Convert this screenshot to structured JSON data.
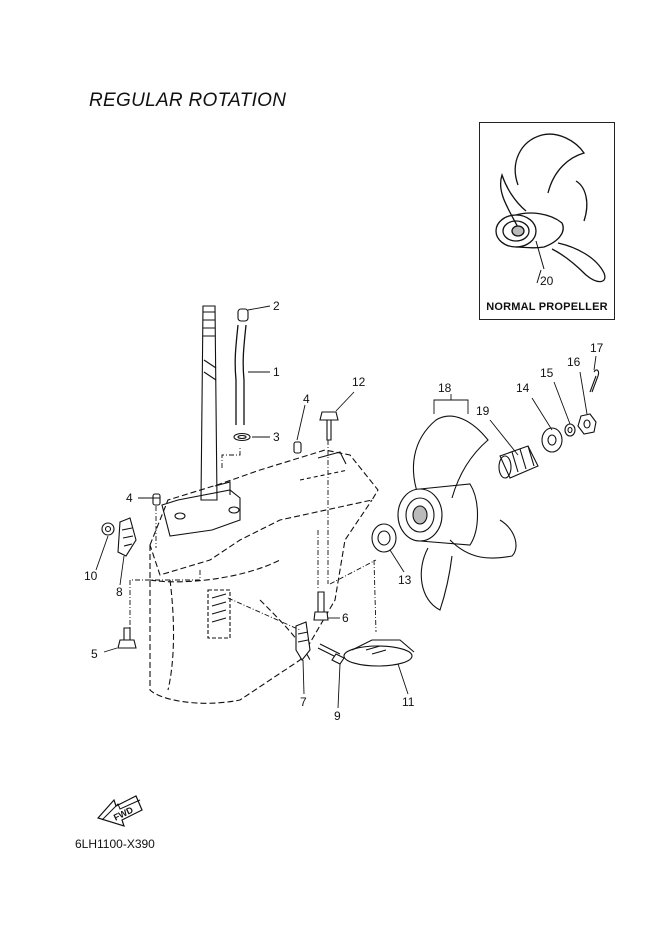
{
  "title": "REGULAR ROTATION",
  "inset": {
    "caption": "NORMAL PROPELLER",
    "part": "20"
  },
  "drawing_code": "6LH1100-X390",
  "fwd_label": "FWD",
  "parts": {
    "p1": "1",
    "p2": "2",
    "p3": "3",
    "p4a": "4",
    "p4b": "4",
    "p5": "5",
    "p6": "6",
    "p7": "7",
    "p8": "8",
    "p9": "9",
    "p10": "10",
    "p11": "11",
    "p12": "12",
    "p13": "13",
    "p14": "14",
    "p15": "15",
    "p16": "16",
    "p17": "17",
    "p18": "18",
    "p19": "19"
  }
}
